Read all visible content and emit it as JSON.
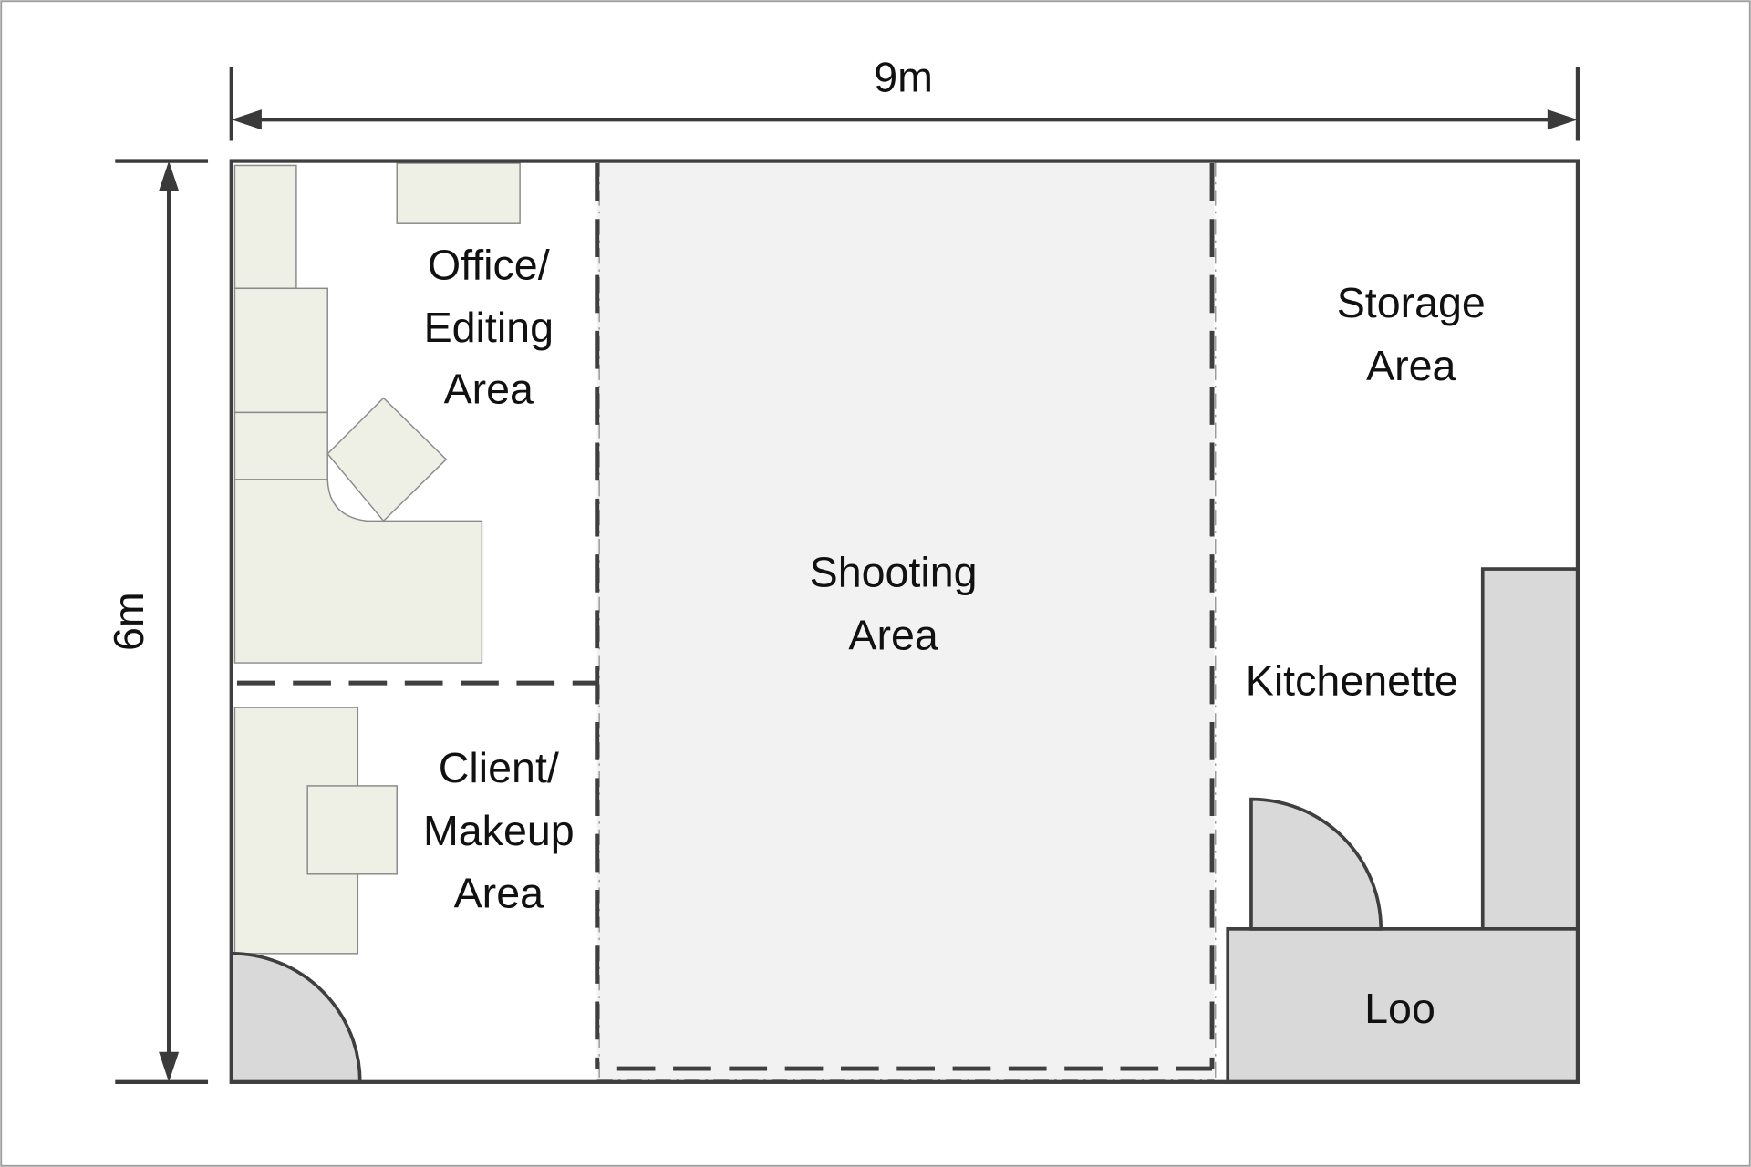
{
  "dimensions": {
    "width_label": "9m",
    "height_label": "6m"
  },
  "areas": {
    "office": [
      "Office/",
      "Editing",
      "Area"
    ],
    "shooting": [
      "Shooting",
      "Area"
    ],
    "storage": [
      "Storage",
      "Area"
    ],
    "kitchenette": "Kitchenette",
    "client": [
      "Client/",
      "Makeup",
      "Area"
    ],
    "loo": "Loo"
  },
  "colors": {
    "shooting_area_fill": "#f2f2f2",
    "furniture_fill": "#eef0e6",
    "fixture_fill": "#d9d9d9",
    "wall": "#3f3f3f"
  }
}
